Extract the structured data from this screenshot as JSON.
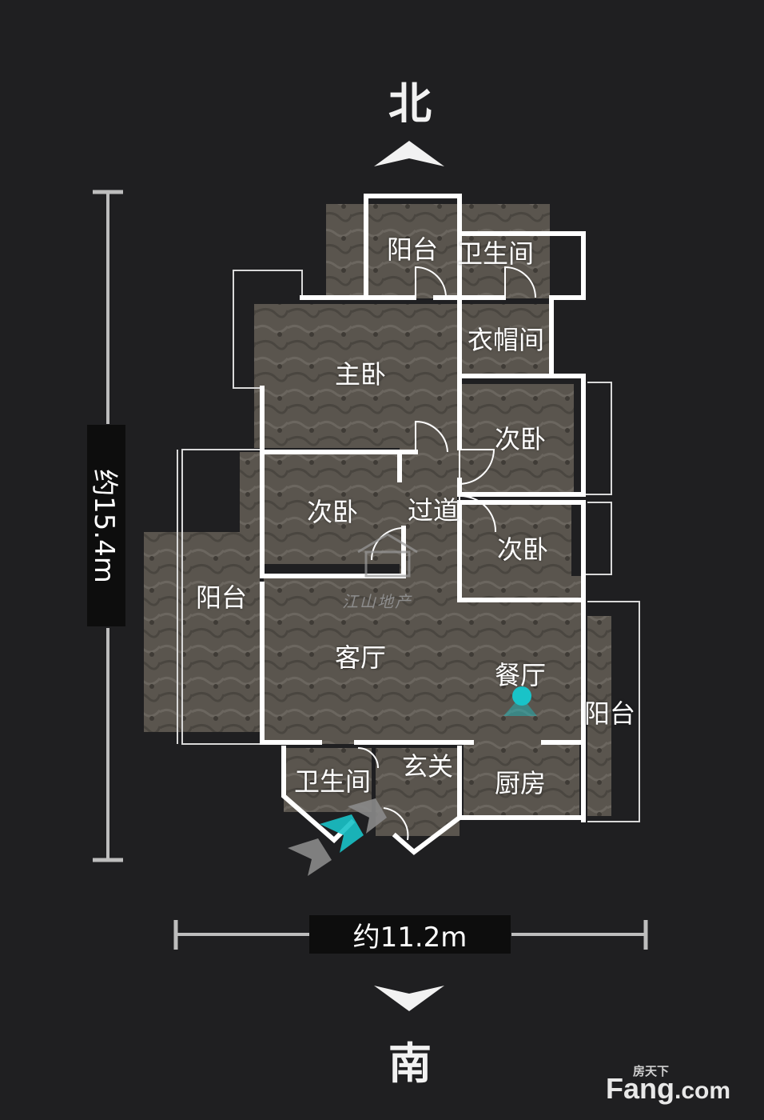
{
  "compass": {
    "north": "北",
    "south": "南"
  },
  "dimensions": {
    "height": "约15.4m",
    "width": "约11.2m"
  },
  "rooms": [
    {
      "id": "balcony-north",
      "label": "阳台"
    },
    {
      "id": "bathroom-north",
      "label": "卫生间"
    },
    {
      "id": "closet",
      "label": "衣帽间"
    },
    {
      "id": "master-bedroom",
      "label": "主卧"
    },
    {
      "id": "bedroom-east-upper",
      "label": "次卧"
    },
    {
      "id": "bedroom-west",
      "label": "次卧"
    },
    {
      "id": "corridor",
      "label": "过道"
    },
    {
      "id": "bedroom-east-lower",
      "label": "次卧"
    },
    {
      "id": "balcony-west",
      "label": "阳台"
    },
    {
      "id": "living-room",
      "label": "客厅"
    },
    {
      "id": "dining-room",
      "label": "餐厅"
    },
    {
      "id": "balcony-east",
      "label": "阳台"
    },
    {
      "id": "entrance",
      "label": "玄关"
    },
    {
      "id": "bathroom-south",
      "label": "卫生间"
    },
    {
      "id": "kitchen",
      "label": "厨房"
    }
  ],
  "watermark": {
    "text": "江山地产"
  },
  "brand": {
    "top": "房天下",
    "name": "Fang",
    "suffix": ".com"
  },
  "colors": {
    "background": "#1f1f21",
    "wall": "#ffffff",
    "floor": "#5b5650",
    "marker": "#19c3c8"
  }
}
